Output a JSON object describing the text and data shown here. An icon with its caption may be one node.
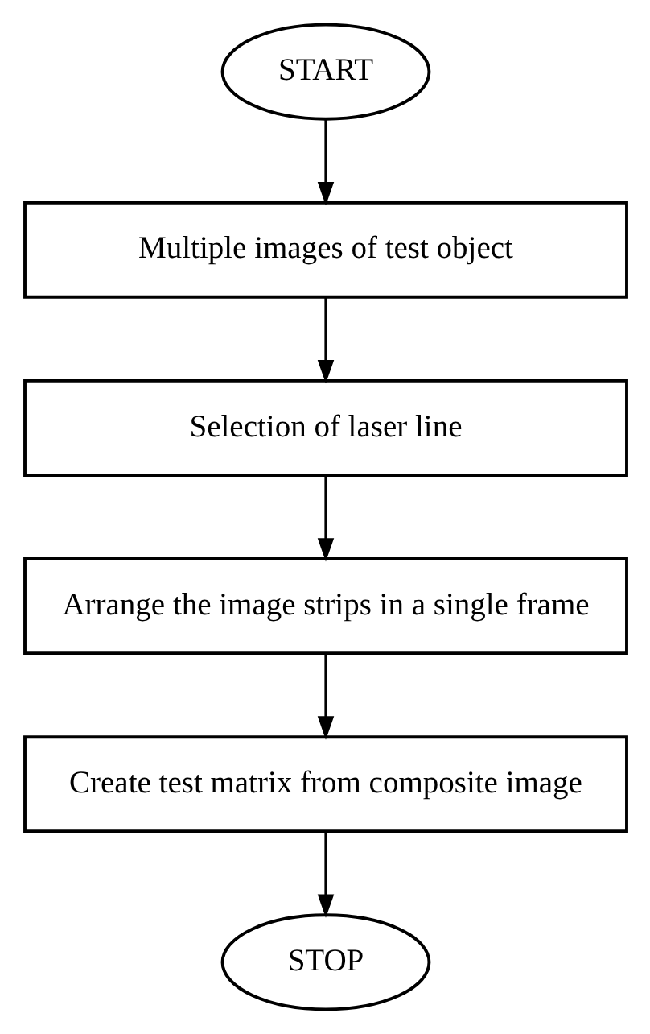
{
  "diagram": {
    "nodes": [
      {
        "text": [
          "START"
        ]
      },
      {
        "text": [
          "Multiple images of test object"
        ]
      },
      {
        "text": [
          "Selection of laser line"
        ]
      },
      {
        "text": [
          "Arrange the image strips in a single frame"
        ]
      },
      {
        "text": [
          "Create test matrix from composite image"
        ]
      },
      {
        "text": [
          "STOP"
        ]
      }
    ],
    "edges": [
      {
        "from": 0,
        "to": 1,
        "arrow": "to"
      },
      {
        "from": 1,
        "to": 2,
        "arrow": "to"
      },
      {
        "from": 2,
        "to": 3,
        "arrow": "to"
      },
      {
        "from": 3,
        "to": 4,
        "arrow": "to"
      },
      {
        "from": 4,
        "to": 5,
        "arrow": "to"
      }
    ]
  }
}
